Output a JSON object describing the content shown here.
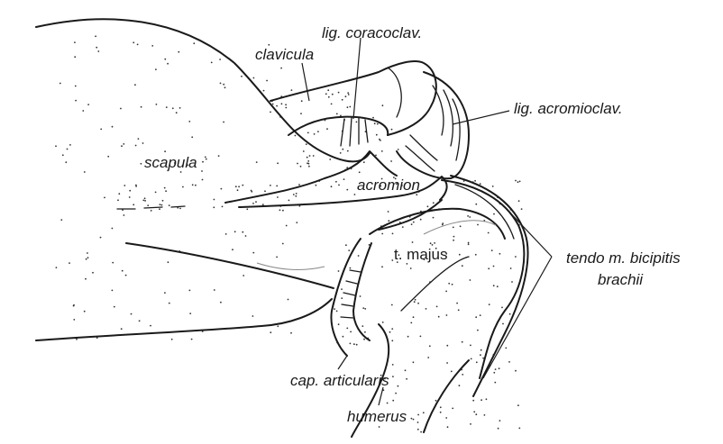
{
  "diagram": {
    "labels": {
      "clavicula": "clavicula",
      "lig_coracoclav": "lig. coracoclav.",
      "lig_acromioclav": "lig. acromioclav.",
      "scapula": "scapula",
      "acromion": "acromion",
      "t_majus": "t. majus",
      "tendo_line1": "tendo m. bicipitis",
      "tendo_line2": "brachii",
      "cap_articularis": "cap. articularis",
      "humerus": "humerus"
    }
  }
}
